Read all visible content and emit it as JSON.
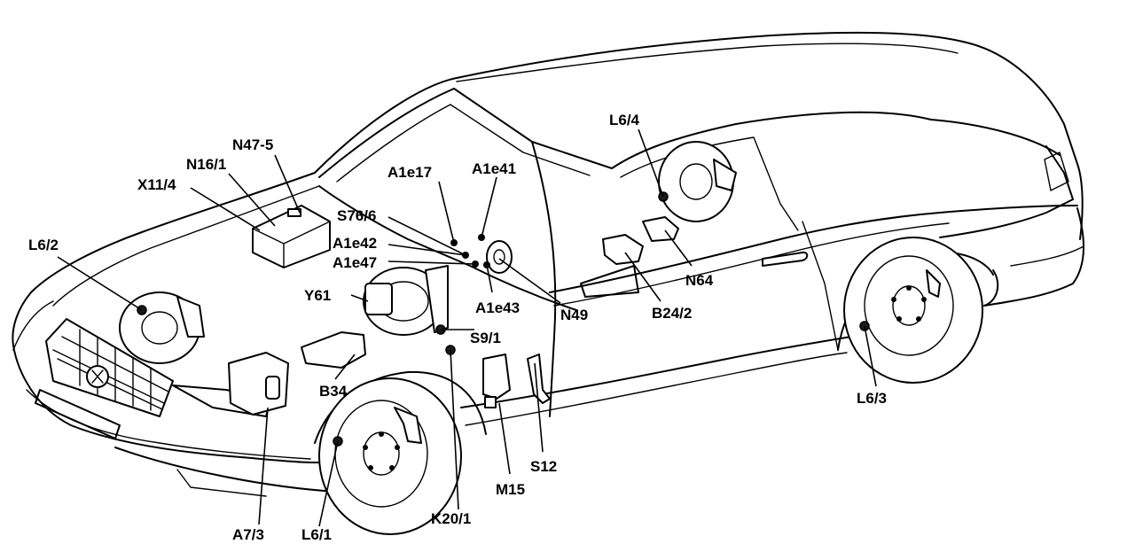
{
  "labels": [
    {
      "id": "n47-5",
      "text": "N47-5"
    },
    {
      "id": "n16-1",
      "text": "N16/1"
    },
    {
      "id": "x11-4",
      "text": "X11/4"
    },
    {
      "id": "l6-2",
      "text": "L6/2"
    },
    {
      "id": "a1e17",
      "text": "A1e17"
    },
    {
      "id": "a1e41",
      "text": "A1e41"
    },
    {
      "id": "s76-6",
      "text": "S76/6"
    },
    {
      "id": "a1e42",
      "text": "A1e42"
    },
    {
      "id": "a1e47",
      "text": "A1e47"
    },
    {
      "id": "y61",
      "text": "Y61"
    },
    {
      "id": "a1e43",
      "text": "A1e43"
    },
    {
      "id": "n49",
      "text": "N49"
    },
    {
      "id": "l6-4",
      "text": "L6/4"
    },
    {
      "id": "n64",
      "text": "N64"
    },
    {
      "id": "b24-2",
      "text": "B24/2"
    },
    {
      "id": "s9-1",
      "text": "S9/1"
    },
    {
      "id": "b34",
      "text": "B34"
    },
    {
      "id": "s12",
      "text": "S12"
    },
    {
      "id": "m15",
      "text": "M15"
    },
    {
      "id": "k20-1",
      "text": "K20/1"
    },
    {
      "id": "a7-3",
      "text": "A7/3"
    },
    {
      "id": "l6-1",
      "text": "L6/1"
    },
    {
      "id": "l6-3",
      "text": "L6/3"
    }
  ]
}
